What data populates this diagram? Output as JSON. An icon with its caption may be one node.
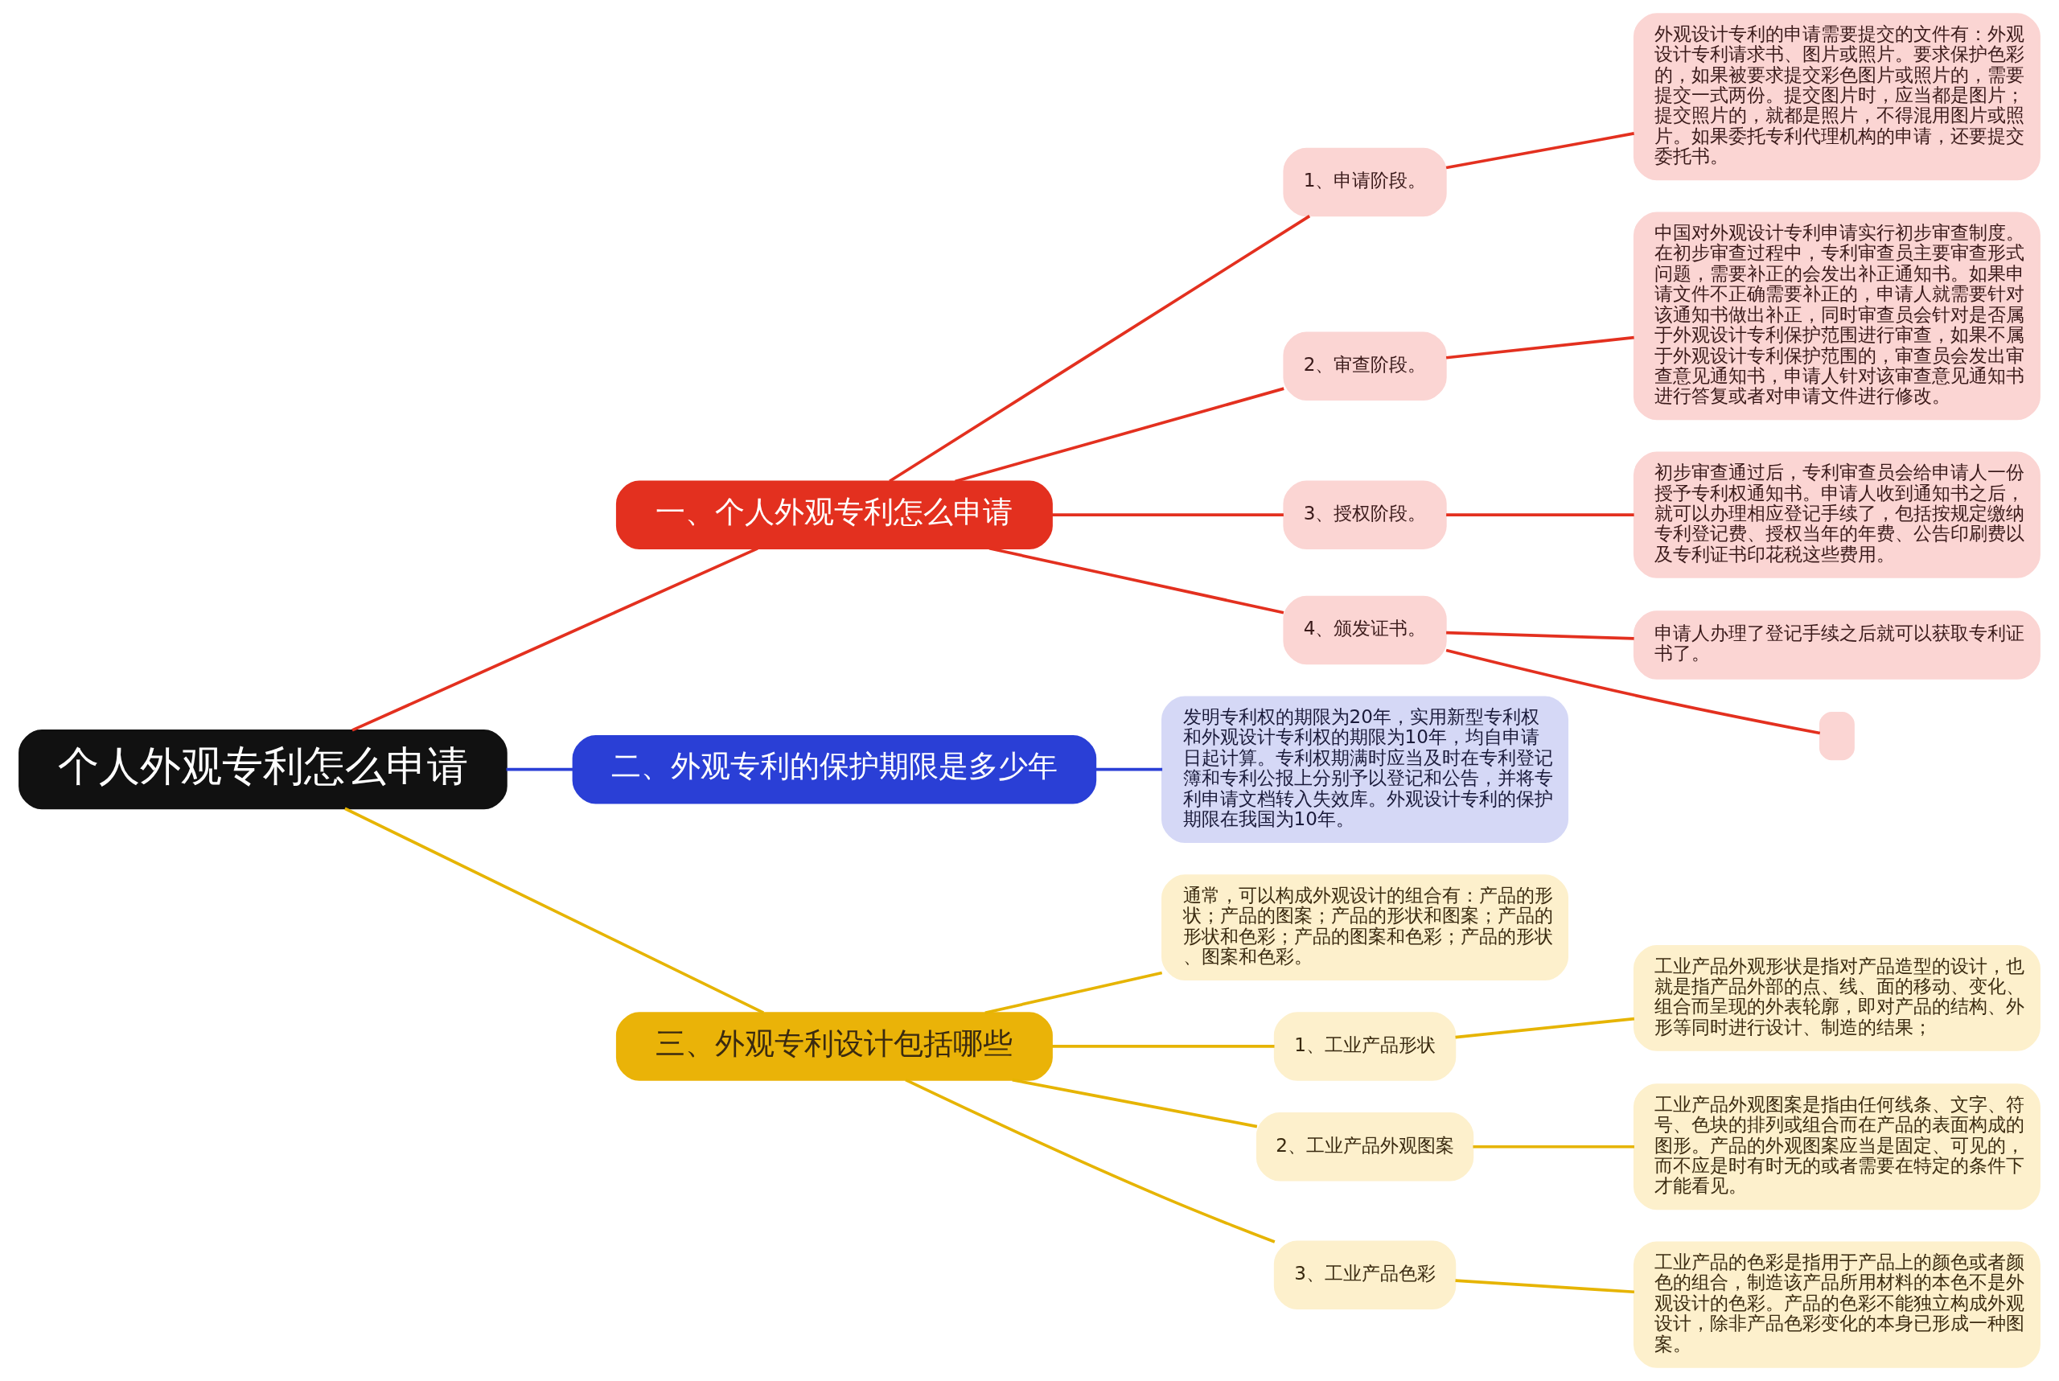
{
  "diagram": {
    "nodes": [
      {
        "text": [
          "个人外观专利怎么申请"
        ]
      },
      {
        "text": [
          "一、个人外观专利怎么申请"
        ]
      },
      {
        "text": [
          "1、申请阶段。"
        ]
      },
      {
        "text": [
          "外观设计专利的申请需要提交的文件有：外观设计专利请求书、图片或照片。要求保护色彩的，如果被要求提交彩色图片或照片的，需要提交一式两份。提交图片时，应当都是图片；提交照片的，就都是照片，不得混用图片或照片。如果委托专利代理机构的申请，还要提交委托书。"
        ]
      },
      {
        "text": [
          "2、审查阶段。"
        ]
      },
      {
        "text": [
          "中国对外观设计专利申请实行初步审查制度。在初步审查过程中，专利审查员主要审查形式问题，需要补正的会发出补正通知书。如果申请文件不正确需要补正的，申请人就需要针对该通知书做出补正，同时审查员会针对是否属于外观设计专利保护范围进行审查，如果不属于外观设计专利保护范围的，审查员会发出审查意见通知书，申请人针对该审查意见通知书进行答复或者对申请文件进行修改。"
        ]
      },
      {
        "text": [
          "3、授权阶段。"
        ]
      },
      {
        "text": [
          "初步审查通过后，专利审查员会给申请人一份授予专利权通知书。申请人收到通知书之后，就可以办理相应登记手续了，包括按规定缴纳专利登记费、授权当年的年费、公告印刷费以及专利证书印花税这些费用。"
        ]
      },
      {
        "text": [
          "4、颁发证书。"
        ]
      },
      {
        "text": [
          "申请人办理了登记手续之后就可以获取专利证书了。"
        ]
      },
      {
        "text": [],
        "shape": "box"
      },
      {
        "text": [
          "二、外观专利的保护期限是多少年"
        ]
      },
      {
        "text": [
          "发明专利权的期限为20年，实用新型专利权和外观设计专利权的期限为10年，均自申请日起计算。专利权期满时应当及时在专利登记簿和专利公报上分别予以登记和公告，并将专利申请文档转入失效库。外观设计专利的保护期限在我国为10年。"
        ]
      },
      {
        "text": [
          "三、外观专利设计包括哪些"
        ]
      },
      {
        "text": [
          "通常，可以构成外观设计的组合有：产品的形状；产品的图案；产品的形状和图案；产品的形状和色彩；产品的图案和色彩；产品的形状、图案和色彩。"
        ]
      },
      {
        "text": [
          "1、工业产品形状"
        ]
      },
      {
        "text": [
          "工业产品外观形状是指对产品造型的设计，也就是指产品外部的点、线、面的移动、变化、组合而呈现的外表轮廓，即对产品的结构、外形等同时进行设计、制造的结果；"
        ]
      },
      {
        "text": [
          "2、工业产品外观图案"
        ]
      },
      {
        "text": [
          "工业产品外观图案是指由任何线条、文字、符号、色块的排列或组合而在产品的表面构成的图形。产品的外观图案应当是固定、可见的，而不应是时有时无的或者需要在特定的条件下才能看见。"
        ]
      },
      {
        "text": [
          "3、工业产品色彩"
        ]
      },
      {
        "text": [
          "工业产品的色彩是指用于产品上的颜色或者颜色的组合，制造该产品所用材料的本色不是外观设计的色彩。产品的色彩不能独立构成外观设计，除非产品色彩变化的本身已形成一种图案。"
        ]
      }
    ],
    "edges": [
      {
        "from": 0,
        "to": 1,
        "arrow": "none"
      },
      {
        "from": 1,
        "to": 2,
        "arrow": "none"
      },
      {
        "from": 2,
        "to": 3,
        "arrow": "none"
      },
      {
        "from": 1,
        "to": 4,
        "arrow": "none"
      },
      {
        "from": 4,
        "to": 5,
        "arrow": "none"
      },
      {
        "from": 1,
        "to": 6,
        "arrow": "none"
      },
      {
        "from": 6,
        "to": 7,
        "arrow": "none"
      },
      {
        "from": 1,
        "to": 8,
        "arrow": "none"
      },
      {
        "from": 8,
        "to": 9,
        "arrow": "none"
      },
      {
        "from": 8,
        "to": 10,
        "arrow": "none"
      },
      {
        "from": 0,
        "to": 11,
        "arrow": "none",
        "color": "#2a3fd6"
      },
      {
        "from": 11,
        "to": 12,
        "arrow": "none",
        "color": "#2a3fd6"
      },
      {
        "from": 0,
        "to": 13,
        "arrow": "none",
        "color": "#e6b400"
      },
      {
        "from": 13,
        "to": 14,
        "arrow": "none",
        "color": "#e6b400"
      },
      {
        "from": 13,
        "to": 15,
        "arrow": "none",
        "color": "#e6b400"
      },
      {
        "from": 15,
        "to": 16,
        "arrow": "none",
        "color": "#e6b400"
      },
      {
        "from": 13,
        "to": 17,
        "arrow": "none",
        "color": "#e6b400"
      },
      {
        "from": 17,
        "to": 18,
        "arrow": "none",
        "color": "#e6b400"
      },
      {
        "from": 13,
        "to": 19,
        "arrow": "none",
        "color": "#e6b400"
      },
      {
        "from": 19,
        "to": 20,
        "arrow": "none",
        "color": "#e6b400"
      }
    ]
  }
}
